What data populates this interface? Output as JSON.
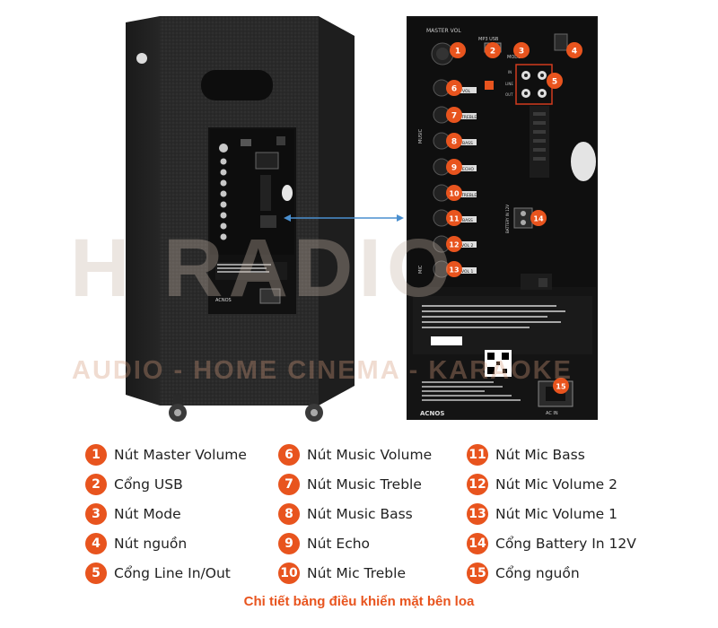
{
  "watermark": {
    "brand": "H RADIO",
    "tagline": "AUDIO - HOME CINEMA - KARAOKE"
  },
  "panel": {
    "master_vol": "MASTER VOL",
    "mode": "MODE",
    "usb": "MP3 USB",
    "line": "LINE",
    "in": "IN",
    "out": "OUT",
    "music": "MUSIC",
    "mic": "MIC",
    "ac_in": "AC IN",
    "battery": "BATTERY IN 12V",
    "brand": "ACNOS",
    "knobs": [
      "VOL",
      "TREBLE",
      "BASS",
      "ECHO",
      "TREBLE",
      "BASS",
      "VOL 2",
      "VOL 1"
    ]
  },
  "callouts": [
    "1",
    "2",
    "3",
    "4",
    "5",
    "6",
    "7",
    "8",
    "9",
    "10",
    "11",
    "12",
    "13",
    "14",
    "15"
  ],
  "legend": [
    {
      "num": "1",
      "label": "Nút Master Volume"
    },
    {
      "num": "2",
      "label": "Cổng USB"
    },
    {
      "num": "3",
      "label": "Nút Mode"
    },
    {
      "num": "4",
      "label": "Nút nguồn"
    },
    {
      "num": "5",
      "label": "Cổng Line In/Out"
    },
    {
      "num": "6",
      "label": "Nút Music Volume"
    },
    {
      "num": "7",
      "label": "Nút Music Treble"
    },
    {
      "num": "8",
      "label": "Nút Music Bass"
    },
    {
      "num": "9",
      "label": "Nút Echo"
    },
    {
      "num": "10",
      "label": "Nút Mic Treble"
    },
    {
      "num": "11",
      "label": "Nút Mic Bass"
    },
    {
      "num": "12",
      "label": "Nút Mic Volume 2"
    },
    {
      "num": "13",
      "label": "Nút Mic Volume 1"
    },
    {
      "num": "14",
      "label": "Cổng Battery In 12V"
    },
    {
      "num": "15",
      "label": "Cổng nguồn"
    }
  ],
  "caption": "Chi tiết bảng điều khiển mặt bên loa",
  "colors": {
    "accent": "#e8541e",
    "panel": "#141414",
    "cabinet": "#2b2b2b"
  }
}
